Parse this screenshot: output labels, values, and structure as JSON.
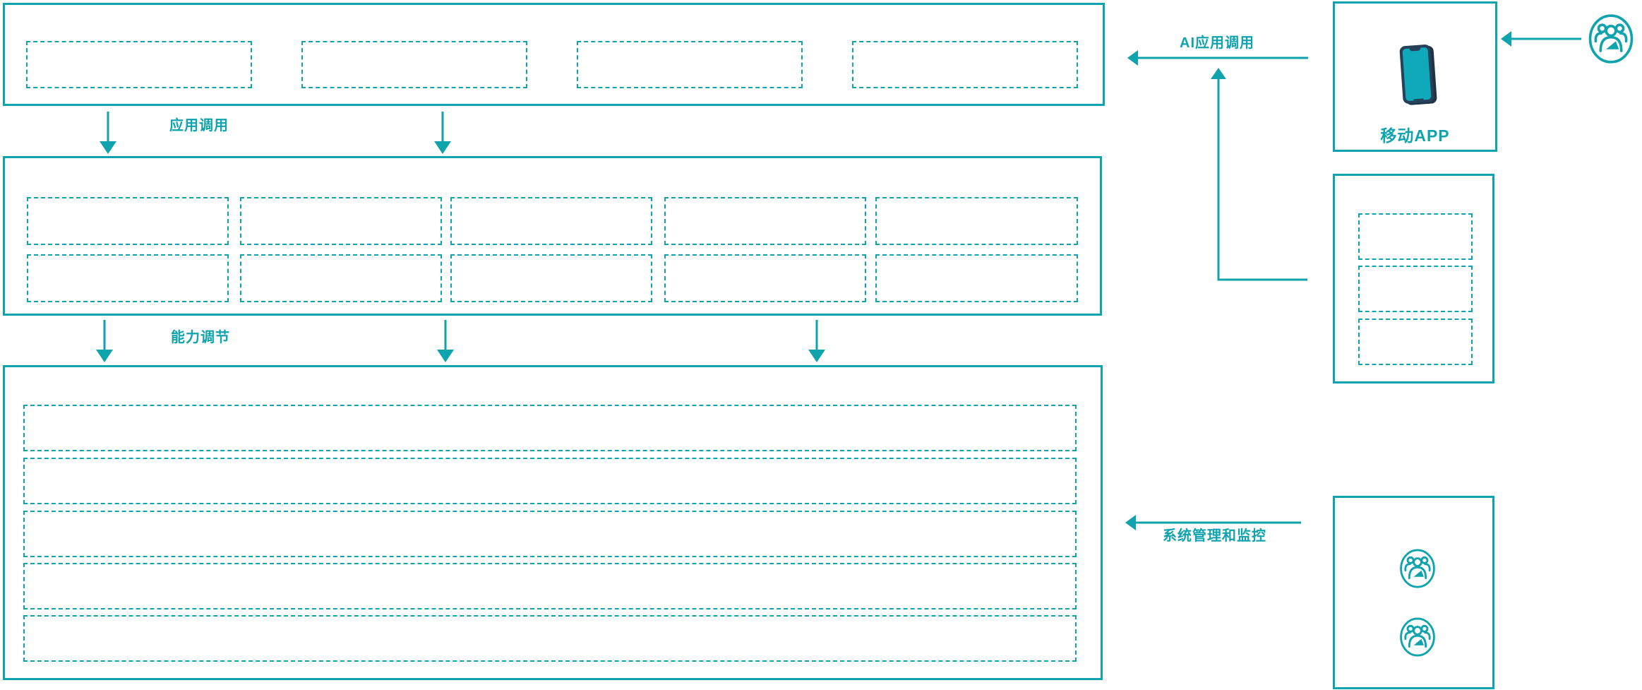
{
  "diagram": {
    "edge_labels": {
      "app_call": "应用调用",
      "capability_adjust": "能力调节",
      "ai_app_call": "AI应用调用",
      "system_management": "系统管理和监控"
    },
    "mobile_app": {
      "label": "移动APP"
    },
    "colors": {
      "accent_teal": "#0FA3AE",
      "phone_frame": "#254058",
      "phone_screen": "#0FA9BA",
      "background": "#FFFFFF"
    },
    "icons": {
      "phone": "phone-icon",
      "user_group": "user-group-icon"
    }
  }
}
